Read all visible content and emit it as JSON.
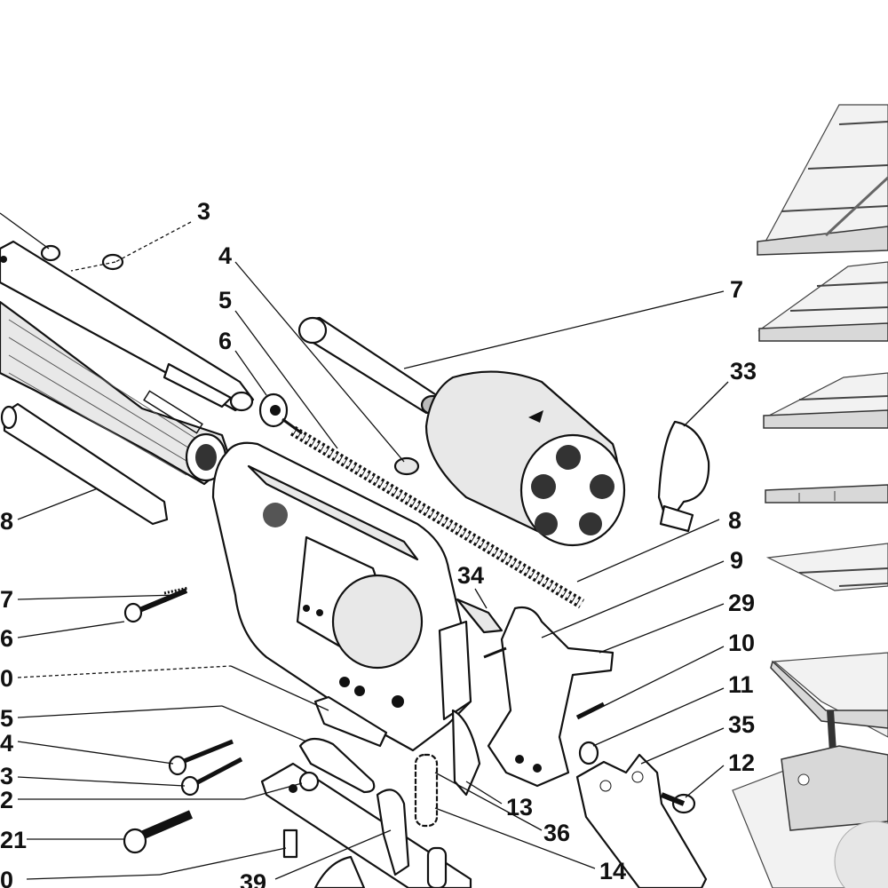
{
  "diagram": {
    "callouts": [
      {
        "id": "c3",
        "text": "3"
      },
      {
        "id": "c4",
        "text": "4"
      },
      {
        "id": "c5",
        "text": "5"
      },
      {
        "id": "c6",
        "text": "6"
      },
      {
        "id": "c7",
        "text": "7"
      },
      {
        "id": "c33",
        "text": "33"
      },
      {
        "id": "c8r",
        "text": "8"
      },
      {
        "id": "c8l",
        "text": "8"
      },
      {
        "id": "c9",
        "text": "9"
      },
      {
        "id": "c34",
        "text": "34"
      },
      {
        "id": "c29",
        "text": "29"
      },
      {
        "id": "c10r",
        "text": "10"
      },
      {
        "id": "c11",
        "text": "11"
      },
      {
        "id": "c35",
        "text": "35"
      },
      {
        "id": "c12",
        "text": "12"
      },
      {
        "id": "c13",
        "text": "13"
      },
      {
        "id": "c36",
        "text": "36"
      },
      {
        "id": "c14",
        "text": "14"
      },
      {
        "id": "c39",
        "text": "39"
      },
      {
        "id": "c17",
        "text": "7"
      },
      {
        "id": "c16",
        "text": "6"
      },
      {
        "id": "c20a",
        "text": "0"
      },
      {
        "id": "c15",
        "text": "5"
      },
      {
        "id": "c24",
        "text": "4"
      },
      {
        "id": "c23",
        "text": "3"
      },
      {
        "id": "c22",
        "text": "2"
      },
      {
        "id": "c21",
        "text": "21"
      },
      {
        "id": "c20b",
        "text": "0"
      }
    ]
  }
}
